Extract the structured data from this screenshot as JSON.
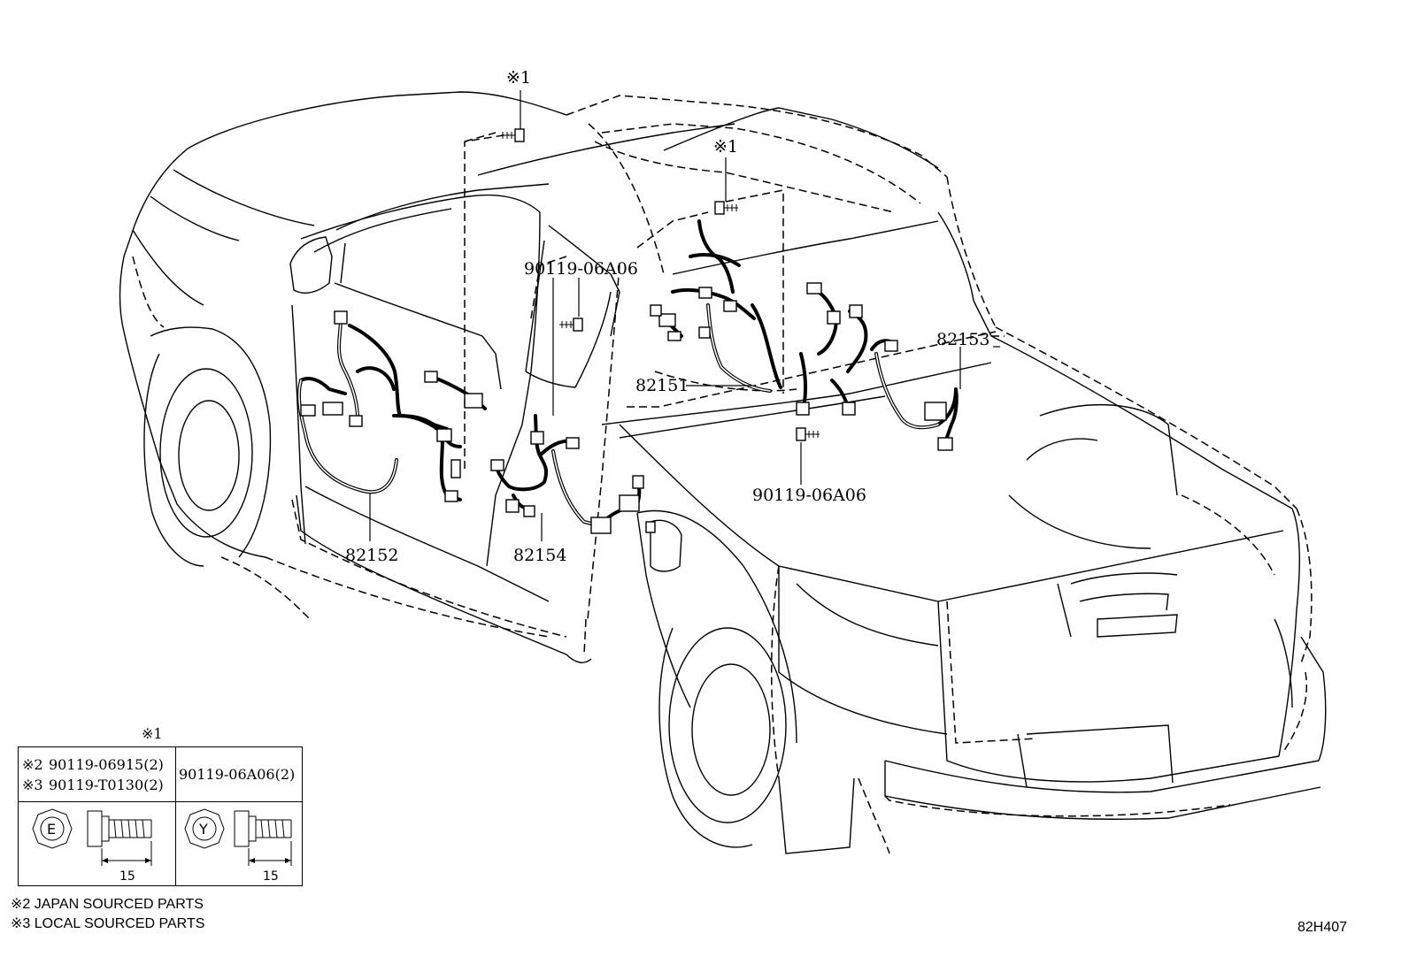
{
  "callouts": {
    "ref_mark_top": "※1",
    "ref_mark_roof": "※1",
    "bolt_pillar": "90119-06A06",
    "bolt_floor": "90119-06A06",
    "harness_82151": "82151",
    "harness_82152": "82152",
    "harness_82153": "82153",
    "harness_82154": "82154"
  },
  "legend": {
    "mark": "※1",
    "left_header_line1_mark": "※2",
    "left_header_line1": "90119-06915(2)",
    "left_header_line2_mark": "※3",
    "left_header_line2": "90119-T0130(2)",
    "right_header": "90119-06A06(2)",
    "left_head_letter": "E",
    "right_head_letter": "Y",
    "left_dimension": "15",
    "right_dimension": "15"
  },
  "notes": [
    "※2  JAPAN SOURCED PARTS",
    "※3  LOCAL SOURCED PARTS"
  ],
  "figure_code": "82H407"
}
